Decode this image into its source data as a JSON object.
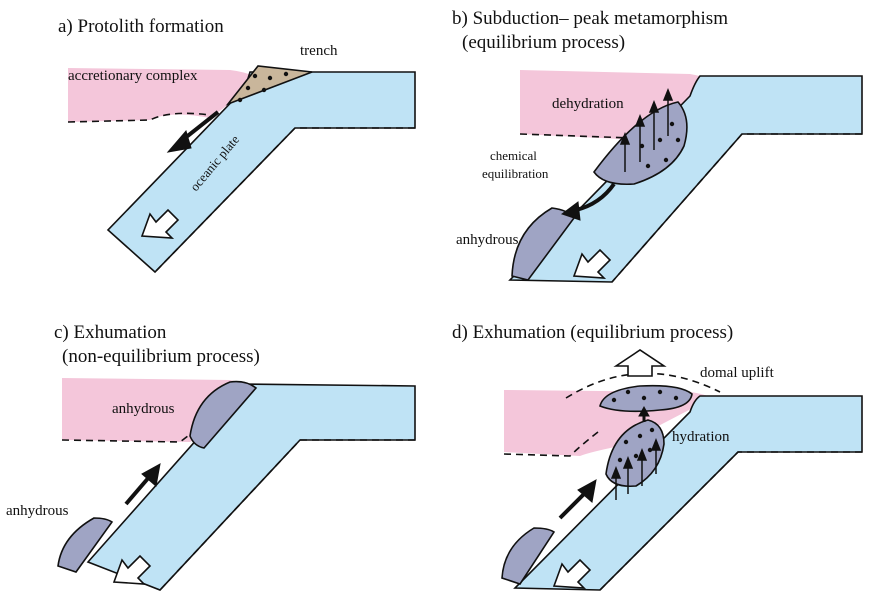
{
  "panels": {
    "a": {
      "title": "a) Protolith formation",
      "labels": {
        "trench": "trench",
        "accretionary": "accretionary complex",
        "oceanic": "oceanic plate"
      }
    },
    "b": {
      "title_line1": "b) Subduction– peak metamorphism",
      "title_line2": "(equilibrium process)",
      "labels": {
        "dehydration": "dehydration",
        "chemical1": "chemical",
        "chemical2": "equilibration",
        "anhydrous": "anhydrous"
      }
    },
    "c": {
      "title_line1": "c) Exhumation",
      "title_line2": "(non-equilibrium process)",
      "labels": {
        "anhydrous_upper": "anhydrous",
        "anhydrous_lower": "anhydrous"
      }
    },
    "d": {
      "title": "d) Exhumation (equilibrium process)",
      "labels": {
        "domal": "domal uplift",
        "hydration": "hydration"
      }
    }
  },
  "colors": {
    "oceanic_plate": "#bfe3f5",
    "accretionary_wedge": "#f4c6da",
    "metamorphic_body": "#9fa4c4",
    "sediment": "#c9b69b"
  }
}
